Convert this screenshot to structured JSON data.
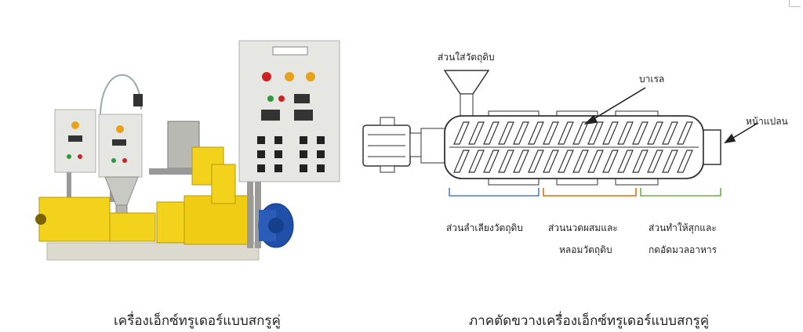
{
  "captions": {
    "left": "เครื่องเอ็กซ์ทรูเดอร์แบบสกรูคู่",
    "right": "ภาคตัดขวางเครื่องเอ็กซ์ทรูเดอร์แบบสกรูคู่"
  },
  "diagram": {
    "labels": {
      "hopper": "ส่วนใส่วัตถุดิบ",
      "barrel": "บาเรล",
      "die": "หน้าแปลน",
      "feed_section": "ส่วนลำเลียงวัตถุดิบ",
      "mix_line1": "ส่วนนวดผสมและ",
      "mix_line2": "หลอมวัตถุดิบ",
      "cook_line1": "ส่วนทำให้สุกและ",
      "cook_line2": "กดอัดมวลอาหาร"
    },
    "section_colors": {
      "feed": "#4f81bd",
      "mix": "#e46c0a",
      "cook": "#70ad47"
    }
  },
  "photo": {
    "colors": {
      "machine_yellow": "#f2d21a",
      "cabinet_grey": "#e6e6e2",
      "motor_blue": "#1f4fa8"
    }
  }
}
